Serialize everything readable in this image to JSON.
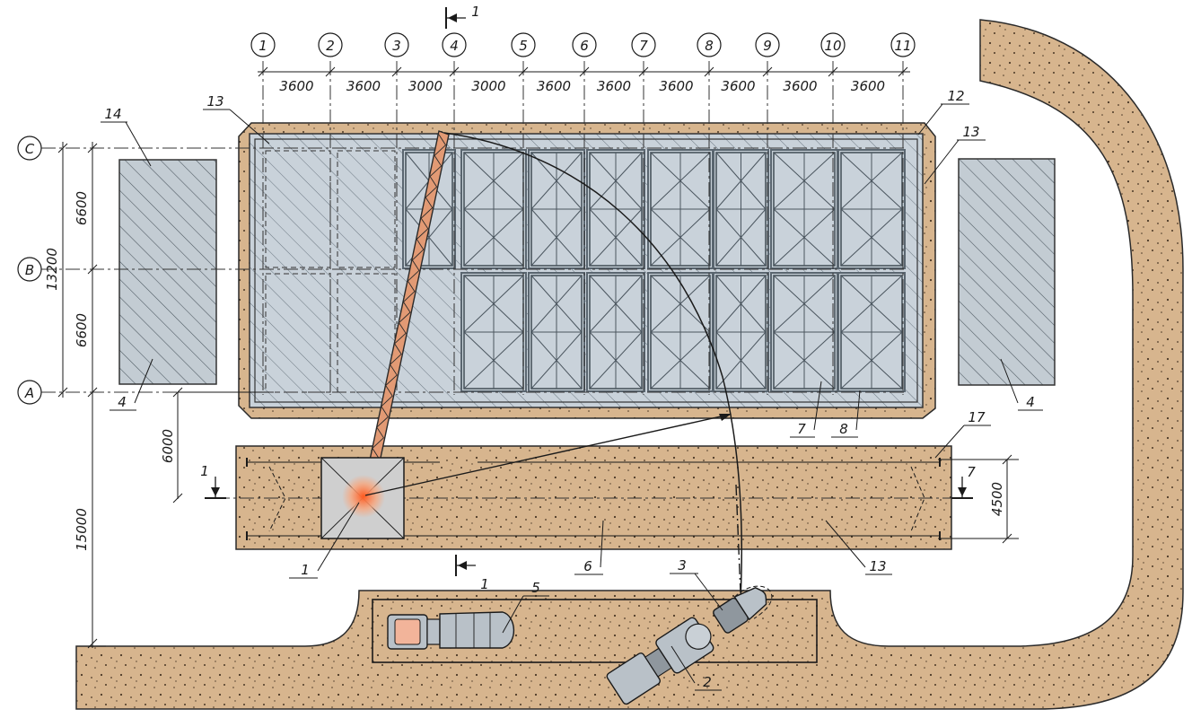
{
  "axes": {
    "columns": [
      "1",
      "2",
      "3",
      "4",
      "5",
      "6",
      "7",
      "8",
      "9",
      "10",
      "11"
    ],
    "rows": [
      "C",
      "B",
      "A"
    ]
  },
  "dimensions": {
    "spans": [
      "3600",
      "3600",
      "3000",
      "3000",
      "3600",
      "3600",
      "3600",
      "3600",
      "3600",
      "3600"
    ],
    "rows_top": "6600",
    "rows_bottom": "6600",
    "rows_total": "13200",
    "to_crane_track": "6000",
    "to_road": "15000",
    "track_width": "4500"
  },
  "section_marks": {
    "top": "1",
    "left": "1",
    "bottom": "1",
    "right": "7"
  },
  "callouts": {
    "c1": "1",
    "c2": "2",
    "c3": "3",
    "c4_left": "4",
    "c4_right": "4",
    "c5": "5",
    "c6": "6",
    "c7": "7",
    "c8": "8",
    "c12": "12",
    "c13_tl": "13",
    "c13_r": "13",
    "c13_track": "13",
    "c14": "14",
    "c17": "17"
  },
  "colors": {
    "sand": "#d7b58e",
    "boom": "#e29a74",
    "formwork": "#c7d1d8",
    "vehicle": "#b9c1c8"
  }
}
